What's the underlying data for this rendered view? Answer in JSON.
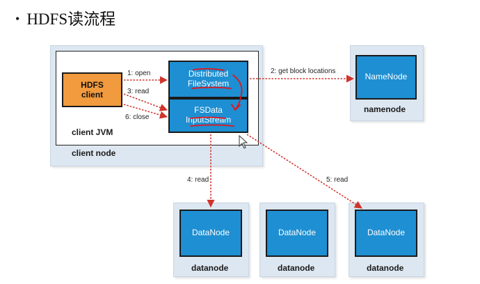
{
  "title": "HDFS读流程",
  "client_node": {
    "label": "client node",
    "jvm_label": "client JVM",
    "hdfs_client": "HDFS\nclient",
    "dfs": "Distributed\nFileSystem",
    "fsdata": "FSData\nInputStream"
  },
  "namenode": {
    "box": "NameNode",
    "label": "namenode"
  },
  "datanodes": [
    {
      "box": "DataNode",
      "label": "datanode"
    },
    {
      "box": "DataNode",
      "label": "datanode"
    },
    {
      "box": "DataNode",
      "label": "datanode"
    }
  ],
  "arrows": {
    "open": "1: open",
    "get_block_locations": "2: get block locations",
    "read3": "3: read",
    "read4": "4: read",
    "read5": "5: read",
    "close": "6: close"
  },
  "colors": {
    "node_bg": "#dde7f1",
    "blue": "#1e8fd2",
    "orange": "#f19a3e",
    "arrow": "#d0342c",
    "annotation": "#e0161b"
  }
}
